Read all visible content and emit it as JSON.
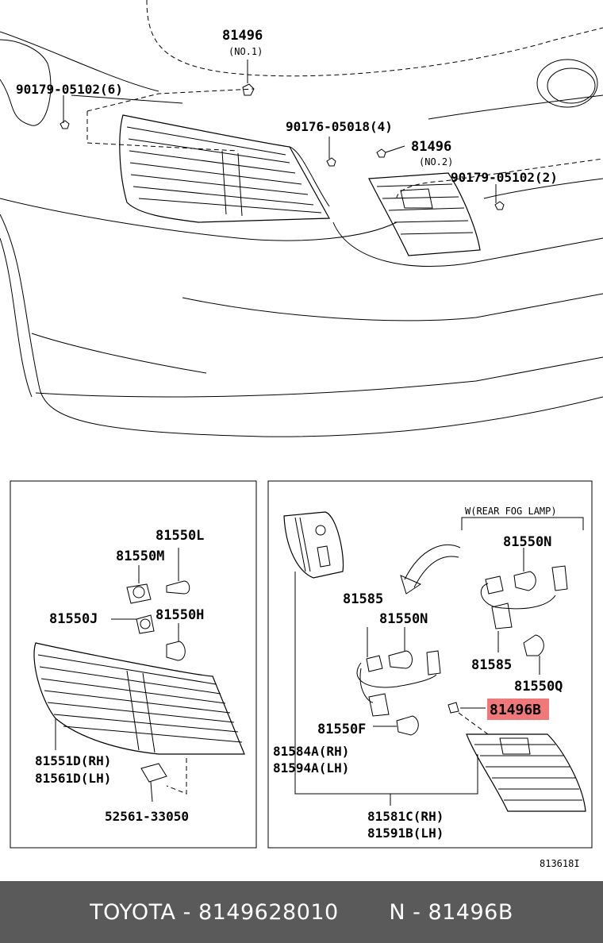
{
  "callouts": {
    "c1": "81496",
    "c1_sub": "(NO.1)",
    "c2": "90179-05102(6)",
    "c3": "90176-05018(4)",
    "c4": "81496",
    "c4_sub": "(NO.2)",
    "c5": "90179-05102(2)"
  },
  "left_panel": {
    "p1": "81550L",
    "p2": "81550M",
    "p3": "81550J",
    "p4": "81550H",
    "p5a": "81551D(RH)",
    "p5b": "81561D(LH)",
    "p6": "52561-33050"
  },
  "right_panel": {
    "note": "W(REAR FOG LAMP)",
    "p1": "81550N",
    "p2": "81585",
    "p3": "81550N",
    "p4": "81585",
    "p5": "81550Q",
    "p6": "81496B",
    "p7": "81550F",
    "p8a": "81584A(RH)",
    "p8b": "81594A(LH)",
    "p9a": "81581C(RH)",
    "p9b": "81591B(LH)"
  },
  "diagram_id": "813618I",
  "highlight_color": "#f07878",
  "footer": {
    "brand": "TOYOTA",
    "sep1": " - ",
    "part_number": "8149628010",
    "gap": "       ",
    "ref_prefix": "N",
    "sep2": " - ",
    "ref_part": "81496B"
  }
}
